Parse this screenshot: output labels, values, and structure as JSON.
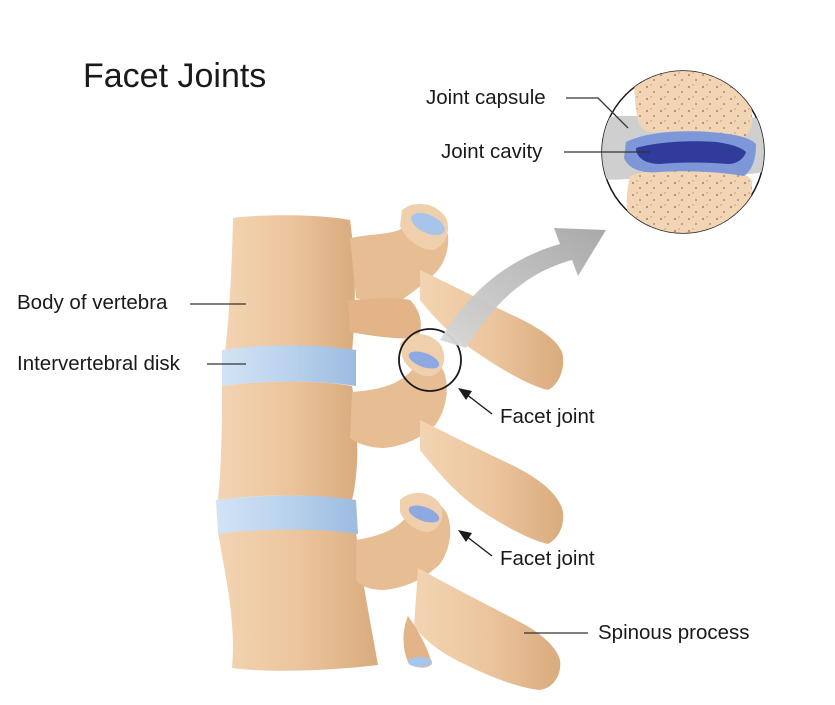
{
  "title": "Facet Joints",
  "labels": {
    "body_of_vertebra": "Body of vertebra",
    "intervertebral_disk": "Intervertebral disk",
    "facet_joint_upper": "Facet joint",
    "facet_joint_lower": "Facet joint",
    "spinous_process": "Spinous process",
    "joint_capsule": "Joint capsule",
    "joint_cavity": "Joint cavity"
  },
  "colors": {
    "bone": "#ecc59e",
    "bone_shadow": "#c99a6e",
    "bone_highlight": "#f8e3cb",
    "disk": "#b9d2ec",
    "cartilage": "#7d97d8",
    "cavity": "#2f3c9a",
    "capsule": "#cfcfcf",
    "arrow": "#a8a8a8",
    "line": "#333333"
  },
  "icons": {
    "zoom_arrow": "curved-gray-arrow-icon",
    "zoom_circle": "magnifier-circle-icon"
  }
}
